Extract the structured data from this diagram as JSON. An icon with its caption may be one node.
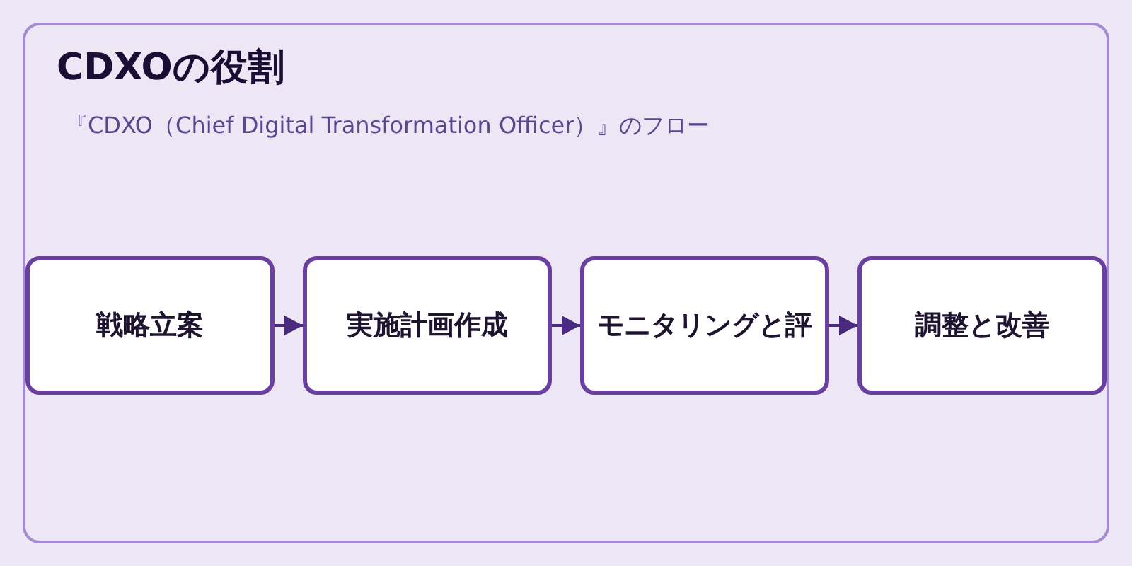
{
  "diagram": {
    "nodes": [
      {
        "text": [
          "CDXOの役割",
          "『CDXO（Chief Digital Transformation Officer）』のフロー"
        ]
      },
      {
        "text": [
          "戦略立案"
        ],
        "in": 0
      },
      {
        "text": [
          "実施計画作成"
        ],
        "in": 0
      },
      {
        "text": [
          "モニタリングと評"
        ],
        "in": 0
      },
      {
        "text": [
          "調整と改善"
        ],
        "in": 0
      }
    ],
    "edges": [
      {
        "from": 1,
        "to": 2,
        "arrow": "to"
      },
      {
        "from": 2,
        "to": 3,
        "arrow": "to"
      },
      {
        "from": 3,
        "to": 4,
        "arrow": "to"
      }
    ]
  }
}
